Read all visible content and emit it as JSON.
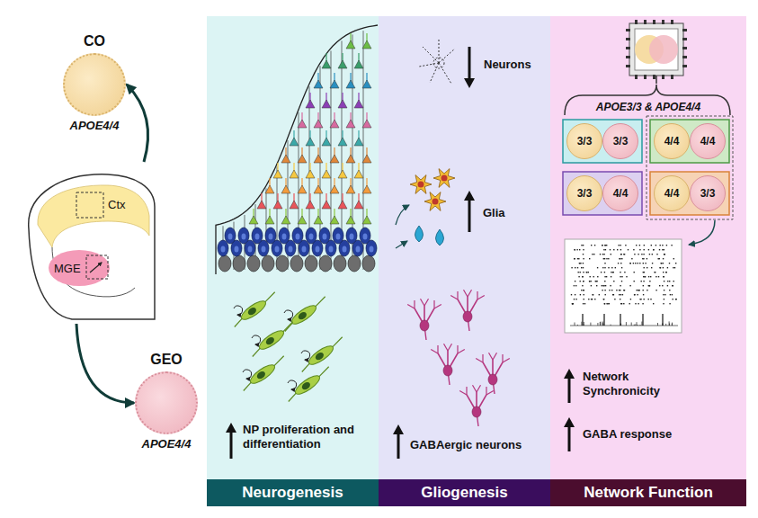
{
  "diagram": {
    "nodes": [
      {
        "text": [
          "CO",
          "APOE4/4"
        ]
      },
      {
        "text": [
          "Ctx",
          "MGE"
        ]
      },
      {
        "text": [
          "GEO",
          "APOE4/4"
        ]
      },
      {
        "text": [
          "NP proliferation and differentiation",
          "Neurogenesis"
        ]
      },
      {
        "text": [
          "Neurons",
          "Glia",
          "GABAergic neurons",
          "Gliogenesis"
        ]
      },
      {
        "text": [
          "APOE3/3 & APOE4/4",
          "Network Synchronicity",
          "GABA response",
          "Network Function"
        ]
      },
      {
        "text": [
          "3/3"
        ],
        "in": 5
      },
      {
        "text": [
          "3/3"
        ],
        "in": 5
      },
      {
        "text": [
          "4/4"
        ],
        "in": 5
      },
      {
        "text": [
          "4/4"
        ],
        "in": 5
      },
      {
        "text": [
          "3/3"
        ],
        "in": 5
      },
      {
        "text": [
          "4/4"
        ],
        "in": 5
      },
      {
        "text": [
          "4/4"
        ],
        "in": 5
      },
      {
        "text": [
          "3/3"
        ],
        "in": 5
      }
    ],
    "edges": [
      {
        "from": 1,
        "to": 0,
        "arrow": "to"
      },
      {
        "from": 1,
        "to": 2,
        "arrow": "to"
      }
    ]
  }
}
